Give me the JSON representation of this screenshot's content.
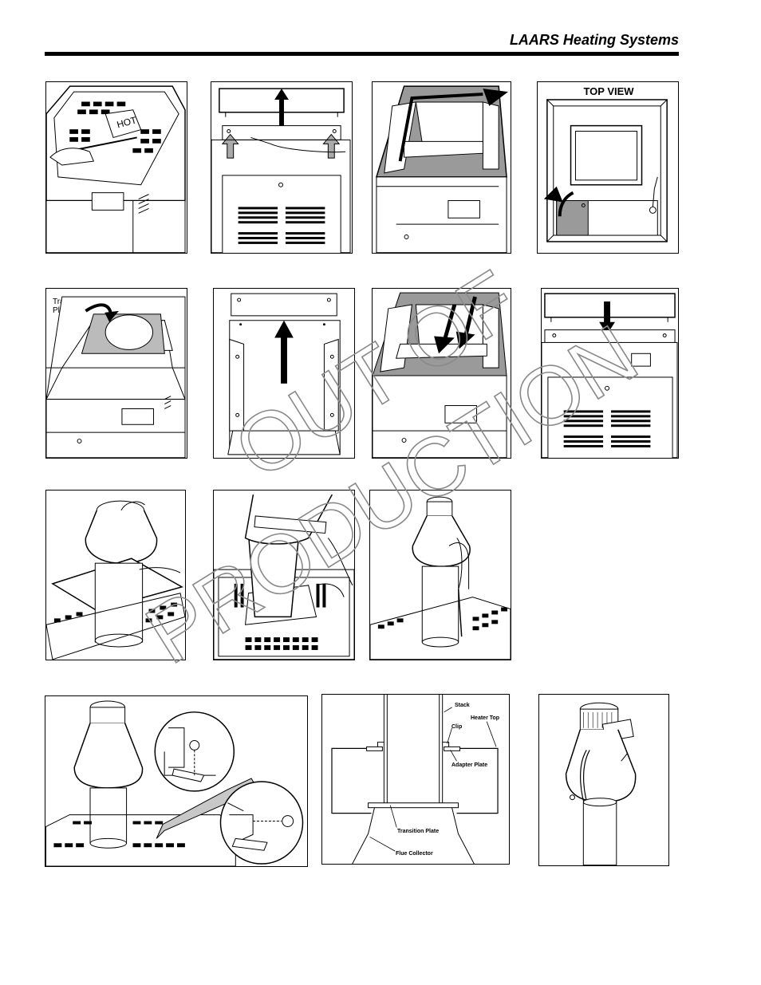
{
  "header": {
    "title": "LAARS Heating Systems"
  },
  "watermark": {
    "line1": "OUT OF",
    "line2": "PRODUCTION"
  },
  "panels": {
    "p4": {
      "label": "TOP VIEW"
    },
    "p5": {
      "label": "Transition\nPlate"
    },
    "p13": {
      "labels": {
        "stack": "Stack",
        "heater_top": "Heater Top",
        "clip": "Clip",
        "adapter_plate": "Adapter Plate",
        "transition_plate": "Transition Plate",
        "flue_collector": "Flue Collector"
      }
    }
  },
  "colors": {
    "ink": "#000000",
    "shade": "#9a9a9a",
    "light": "#c8c8c8",
    "watermark": "#8a8a8a"
  }
}
